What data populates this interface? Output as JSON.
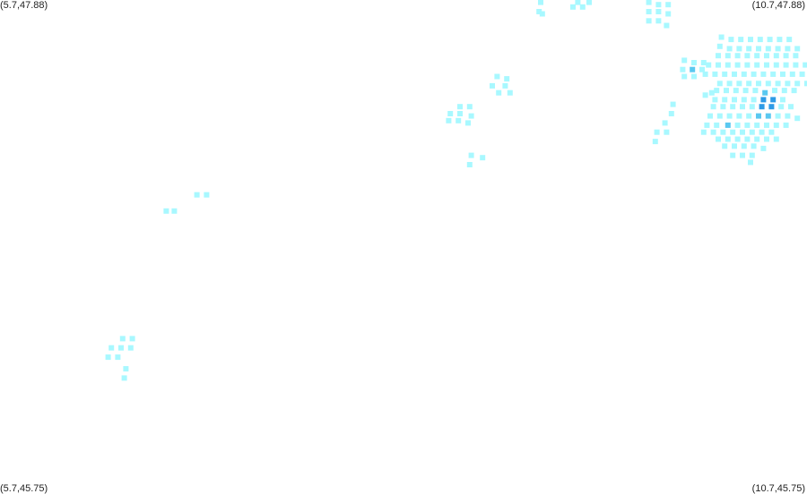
{
  "corners": {
    "top_left": "(5.7,47.88)",
    "top_right": "(10.7,47.88)",
    "bottom_left": "(5.7,45.75)",
    "bottom_right": "(10.7,45.75)"
  },
  "bounds": {
    "lon_min": 5.7,
    "lon_max": 10.7,
    "lat_min": 45.75,
    "lat_max": 47.88
  },
  "colors": {
    "level_1": "#a8f8ff",
    "level_2": "#5ac8f0",
    "level_3": "#2e9be6",
    "background": "#ffffff"
  },
  "cells": [
    [
      9.04,
      47.83,
      1
    ],
    [
      9.06,
      47.82,
      1
    ],
    [
      9.05,
      47.87,
      1
    ],
    [
      9.25,
      47.85,
      1
    ],
    [
      9.31,
      47.85,
      1
    ],
    [
      9.28,
      47.87,
      1
    ],
    [
      9.35,
      47.87,
      1
    ],
    [
      9.72,
      47.87,
      1
    ],
    [
      9.78,
      47.86,
      1
    ],
    [
      9.84,
      47.86,
      1
    ],
    [
      9.72,
      47.83,
      1
    ],
    [
      9.78,
      47.83,
      1
    ],
    [
      9.84,
      47.82,
      1
    ],
    [
      9.72,
      47.79,
      1
    ],
    [
      9.78,
      47.79,
      1
    ],
    [
      9.83,
      47.77,
      1
    ],
    [
      8.78,
      47.55,
      1
    ],
    [
      8.84,
      47.54,
      1
    ],
    [
      8.83,
      47.51,
      1
    ],
    [
      8.75,
      47.51,
      1
    ],
    [
      8.79,
      47.48,
      1
    ],
    [
      8.86,
      47.48,
      1
    ],
    [
      8.55,
      47.42,
      1
    ],
    [
      8.61,
      47.42,
      1
    ],
    [
      8.49,
      47.39,
      1
    ],
    [
      8.55,
      47.39,
      1
    ],
    [
      8.62,
      47.38,
      1
    ],
    [
      8.48,
      47.36,
      1
    ],
    [
      8.54,
      47.36,
      1
    ],
    [
      8.6,
      47.35,
      1
    ],
    [
      8.62,
      47.21,
      1
    ],
    [
      8.69,
      47.2,
      1
    ],
    [
      8.61,
      47.17,
      1
    ],
    [
      6.92,
      47.04,
      1
    ],
    [
      6.98,
      47.04,
      1
    ],
    [
      6.73,
      46.97,
      1
    ],
    [
      6.78,
      46.97,
      1
    ],
    [
      6.46,
      46.42,
      1
    ],
    [
      6.52,
      46.42,
      1
    ],
    [
      6.39,
      46.38,
      1
    ],
    [
      6.45,
      46.38,
      1
    ],
    [
      6.51,
      46.38,
      1
    ],
    [
      6.37,
      46.34,
      1
    ],
    [
      6.43,
      46.34,
      1
    ],
    [
      6.48,
      46.29,
      1
    ],
    [
      6.47,
      46.25,
      1
    ],
    [
      9.87,
      47.43,
      1
    ],
    [
      9.86,
      47.39,
      1
    ],
    [
      9.82,
      47.35,
      1
    ],
    [
      9.83,
      47.31,
      1
    ],
    [
      9.77,
      47.31,
      1
    ],
    [
      9.76,
      47.27,
      1
    ],
    [
      9.94,
      47.62,
      1
    ],
    [
      10.0,
      47.61,
      1
    ],
    [
      10.06,
      47.61,
      1
    ],
    [
      9.93,
      47.58,
      1
    ],
    [
      9.99,
      47.58,
      2
    ],
    [
      10.05,
      47.58,
      1
    ],
    [
      9.94,
      47.55,
      1
    ],
    [
      10.0,
      47.55,
      1
    ],
    [
      10.17,
      47.72,
      1
    ],
    [
      10.23,
      47.71,
      1
    ],
    [
      10.29,
      47.71,
      1
    ],
    [
      10.35,
      47.71,
      1
    ],
    [
      10.41,
      47.71,
      1
    ],
    [
      10.47,
      47.71,
      1
    ],
    [
      10.53,
      47.71,
      1
    ],
    [
      10.59,
      47.71,
      1
    ],
    [
      10.16,
      47.68,
      1
    ],
    [
      10.22,
      47.67,
      1
    ],
    [
      10.28,
      47.67,
      1
    ],
    [
      10.34,
      47.67,
      1
    ],
    [
      10.4,
      47.67,
      1
    ],
    [
      10.46,
      47.67,
      1
    ],
    [
      10.52,
      47.67,
      1
    ],
    [
      10.58,
      47.67,
      1
    ],
    [
      10.64,
      47.67,
      1
    ],
    [
      10.15,
      47.64,
      1
    ],
    [
      10.21,
      47.64,
      1
    ],
    [
      10.27,
      47.64,
      1
    ],
    [
      10.33,
      47.64,
      1
    ],
    [
      10.39,
      47.64,
      1
    ],
    [
      10.45,
      47.64,
      1
    ],
    [
      10.51,
      47.64,
      1
    ],
    [
      10.57,
      47.64,
      1
    ],
    [
      10.63,
      47.64,
      1
    ],
    [
      10.09,
      47.6,
      1
    ],
    [
      10.15,
      47.6,
      1
    ],
    [
      10.21,
      47.6,
      1
    ],
    [
      10.27,
      47.6,
      1
    ],
    [
      10.33,
      47.6,
      1
    ],
    [
      10.39,
      47.6,
      1
    ],
    [
      10.45,
      47.6,
      1
    ],
    [
      10.51,
      47.6,
      1
    ],
    [
      10.57,
      47.6,
      1
    ],
    [
      10.63,
      47.6,
      1
    ],
    [
      10.69,
      47.6,
      1
    ],
    [
      10.07,
      47.56,
      1
    ],
    [
      10.13,
      47.56,
      1
    ],
    [
      10.19,
      47.56,
      1
    ],
    [
      10.25,
      47.56,
      1
    ],
    [
      10.31,
      47.56,
      1
    ],
    [
      10.37,
      47.56,
      1
    ],
    [
      10.43,
      47.56,
      1
    ],
    [
      10.49,
      47.56,
      1
    ],
    [
      10.55,
      47.56,
      1
    ],
    [
      10.61,
      47.56,
      1
    ],
    [
      10.67,
      47.56,
      1
    ],
    [
      10.16,
      47.52,
      1
    ],
    [
      10.22,
      47.52,
      1
    ],
    [
      10.28,
      47.52,
      1
    ],
    [
      10.34,
      47.52,
      1
    ],
    [
      10.4,
      47.52,
      1
    ],
    [
      10.46,
      47.52,
      1
    ],
    [
      10.52,
      47.52,
      1
    ],
    [
      10.58,
      47.52,
      1
    ],
    [
      10.64,
      47.52,
      1
    ],
    [
      10.7,
      47.52,
      1
    ],
    [
      10.14,
      47.49,
      1
    ],
    [
      10.2,
      47.49,
      1
    ],
    [
      10.26,
      47.49,
      1
    ],
    [
      10.32,
      47.49,
      1
    ],
    [
      10.38,
      47.49,
      1
    ],
    [
      10.44,
      47.48,
      2
    ],
    [
      10.5,
      47.49,
      1
    ],
    [
      10.56,
      47.49,
      1
    ],
    [
      10.62,
      47.49,
      1
    ],
    [
      10.13,
      47.45,
      1
    ],
    [
      10.19,
      47.45,
      1
    ],
    [
      10.25,
      47.45,
      1
    ],
    [
      10.31,
      47.45,
      1
    ],
    [
      10.37,
      47.45,
      1
    ],
    [
      10.43,
      47.45,
      3
    ],
    [
      10.49,
      47.45,
      3
    ],
    [
      10.55,
      47.45,
      1
    ],
    [
      10.12,
      47.42,
      1
    ],
    [
      10.18,
      47.42,
      1
    ],
    [
      10.24,
      47.42,
      1
    ],
    [
      10.3,
      47.42,
      1
    ],
    [
      10.36,
      47.42,
      1
    ],
    [
      10.42,
      47.42,
      3
    ],
    [
      10.48,
      47.42,
      3
    ],
    [
      10.54,
      47.42,
      1
    ],
    [
      10.6,
      47.42,
      1
    ],
    [
      10.1,
      47.38,
      1
    ],
    [
      10.16,
      47.38,
      1
    ],
    [
      10.22,
      47.38,
      1
    ],
    [
      10.28,
      47.38,
      1
    ],
    [
      10.34,
      47.38,
      1
    ],
    [
      10.4,
      47.38,
      2
    ],
    [
      10.46,
      47.38,
      2
    ],
    [
      10.52,
      47.38,
      1
    ],
    [
      10.58,
      47.38,
      1
    ],
    [
      10.64,
      47.37,
      1
    ],
    [
      10.08,
      47.34,
      1
    ],
    [
      10.14,
      47.34,
      1
    ],
    [
      10.21,
      47.34,
      2
    ],
    [
      10.27,
      47.34,
      1
    ],
    [
      10.33,
      47.34,
      1
    ],
    [
      10.39,
      47.34,
      1
    ],
    [
      10.45,
      47.34,
      1
    ],
    [
      10.51,
      47.34,
      1
    ],
    [
      10.57,
      47.34,
      1
    ],
    [
      10.06,
      47.31,
      1
    ],
    [
      10.12,
      47.31,
      1
    ],
    [
      10.18,
      47.31,
      1
    ],
    [
      10.24,
      47.31,
      1
    ],
    [
      10.3,
      47.31,
      1
    ],
    [
      10.36,
      47.31,
      1
    ],
    [
      10.42,
      47.31,
      1
    ],
    [
      10.48,
      47.31,
      1
    ],
    [
      10.15,
      47.28,
      1
    ],
    [
      10.21,
      47.28,
      1
    ],
    [
      10.27,
      47.28,
      1
    ],
    [
      10.33,
      47.28,
      1
    ],
    [
      10.39,
      47.28,
      1
    ],
    [
      10.45,
      47.28,
      1
    ],
    [
      10.51,
      47.28,
      1
    ],
    [
      10.19,
      47.25,
      1
    ],
    [
      10.25,
      47.25,
      1
    ],
    [
      10.31,
      47.25,
      1
    ],
    [
      10.37,
      47.25,
      1
    ],
    [
      10.43,
      47.24,
      1
    ],
    [
      10.24,
      47.21,
      1
    ],
    [
      10.3,
      47.21,
      1
    ],
    [
      10.36,
      47.21,
      1
    ],
    [
      10.35,
      47.18,
      1
    ],
    [
      10.11,
      47.48,
      1
    ],
    [
      10.07,
      47.47,
      1
    ]
  ]
}
